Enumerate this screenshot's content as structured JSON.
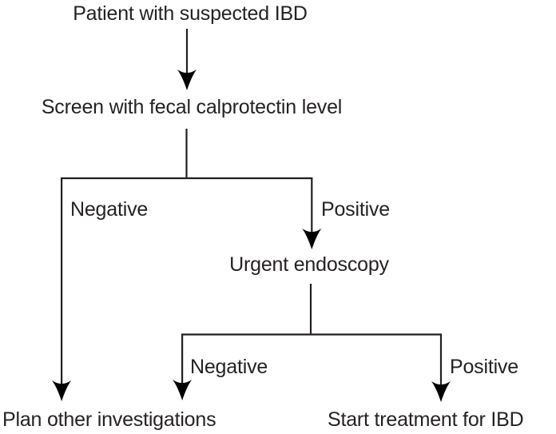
{
  "flowchart": {
    "nodes": {
      "patient": "Patient with suspected IBD",
      "screen": "Screen with fecal calprotectin level",
      "urgent_endoscopy": "Urgent endoscopy",
      "plan_other": "Plan other investigations",
      "start_treatment": "Start treatment for IBD"
    },
    "branch_labels": {
      "calprotectin_negative": "Negative",
      "calprotectin_positive": "Positive",
      "endoscopy_negative": "Negative",
      "endoscopy_positive": "Positive"
    },
    "edges": [
      {
        "from": "patient",
        "to": "screen",
        "label": ""
      },
      {
        "from": "screen",
        "to": "plan_other",
        "label": "Negative"
      },
      {
        "from": "screen",
        "to": "urgent_endoscopy",
        "label": "Positive"
      },
      {
        "from": "urgent_endoscopy",
        "to": "plan_other",
        "label": "Negative"
      },
      {
        "from": "urgent_endoscopy",
        "to": "start_treatment",
        "label": "Positive"
      }
    ],
    "colors": {
      "line": "#231f20",
      "text": "#262224",
      "background": "#ffffff"
    }
  }
}
